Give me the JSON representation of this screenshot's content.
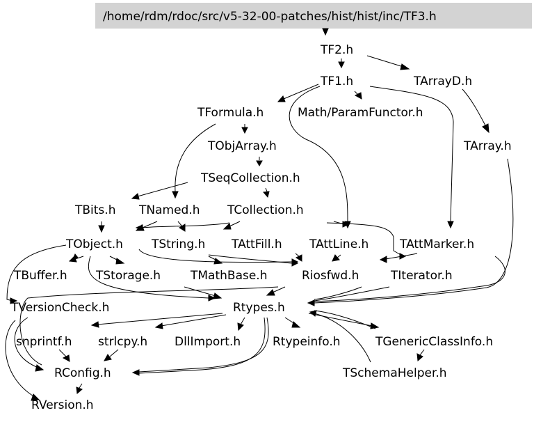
{
  "graph": {
    "title": "/home/rdm/rdoc/src/v5-32-00-patches/hist/hist/inc/TF3.h",
    "colors": {
      "root_fill": "#d3d3d3",
      "edge": "#000000",
      "text": "#000000",
      "background": "#ffffff"
    },
    "nodes": {
      "root": "/home/rdm/rdoc/src/v5-32-00-patches/hist/hist/inc/TF3.h",
      "tf2": "TF2.h",
      "tf1": "TF1.h",
      "tarrayd": "TArrayD.h",
      "tformula": "TFormula.h",
      "paramfunctor": "Math/ParamFunctor.h",
      "tobjarray": "TObjArray.h",
      "tarray": "TArray.h",
      "tseqcollection": "TSeqCollection.h",
      "tbits": "TBits.h",
      "tnamed": "TNamed.h",
      "tcollection": "TCollection.h",
      "tobject": "TObject.h",
      "tstring": "TString.h",
      "tattfill": "TAttFill.h",
      "tattline": "TAttLine.h",
      "tattmarker": "TAttMarker.h",
      "tbuffer": "TBuffer.h",
      "tstorage": "TStorage.h",
      "tmathbase": "TMathBase.h",
      "riosfwd": "Riosfwd.h",
      "titerator": "TIterator.h",
      "tversioncheck": "TVersionCheck.h",
      "rtypes": "Rtypes.h",
      "snprintf": "snprintf.h",
      "strlcpy": "strlcpy.h",
      "dllimport": "DllImport.h",
      "rtypeinfo": "Rtypeinfo.h",
      "tgenericclassinfo": "TGenericClassInfo.h",
      "rconfig": "RConfig.h",
      "tschemahelper": "TSchemaHelper.h",
      "rversion": "RVersion.h"
    }
  }
}
